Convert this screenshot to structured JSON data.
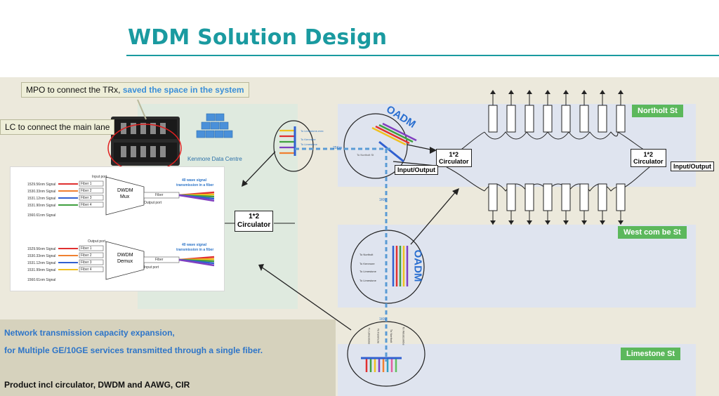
{
  "title": "WDM Solution Design",
  "callouts": {
    "mpo_prefix": "MPO to connect the TRx,",
    "mpo_highlight": "saved the space in the system",
    "lc": "LC to connect the main lane"
  },
  "datacentre_label": "Kenmore Data Centre",
  "left_diagram": {
    "mux_signals": [
      "1529.56nm Signal",
      "1530.33nm Signal",
      "1531.12nm Signal",
      "1531.90nm Signal",
      "1560.61nm Signal"
    ],
    "demux_signals": [
      "1529.56nm Signal",
      "1530.33nm Signal",
      "1531.12nm Signal",
      "1531.99nm Signal",
      "1560.61nm Signal"
    ],
    "fiber_labels": [
      "Fiber 1",
      "Fiber 2",
      "Fiber 3",
      "Fiber 4"
    ],
    "input_port": "Input port",
    "output_port": "Output port",
    "mux_label_1": "DWDM",
    "mux_label_2": "Mux",
    "demux_label_1": "DWDM",
    "demux_label_2": "Demux",
    "wave_text_1": "40 wave signal",
    "wave_text_2": "transmission in a fiber",
    "fiber": "Fiber"
  },
  "circulator": {
    "line1": "1*2",
    "line2": "Circulator"
  },
  "io_label": "Input/Output",
  "oadm_label": "OADM",
  "distance_labels": {
    "a": "25Km",
    "b": "1KM",
    "c": "1KM"
  },
  "oadm_ports": {
    "top": [
      "To Limestone-mex",
      "To Kenmore",
      "To Limestone",
      "To Northolt St"
    ],
    "mid": [
      "To Northolt",
      "To Kenmore",
      "To Limestone",
      "To Limestone"
    ],
    "bot": [
      "To Limestone",
      "To Kenmore",
      "To Northolt",
      "To Westcombe"
    ]
  },
  "sites": {
    "northolt": "Northolt St",
    "westcombe": "West com be St",
    "limestone": "Limestone St"
  },
  "description": {
    "line1": "Network transmission capacity expansion,",
    "line2": "for Multiple GE/10GE services transmitted through a single fiber."
  },
  "product_line": "Product incl circulator, DWDM and AAWG, CIR",
  "colors": {
    "teal": "#1a9aa0",
    "blue": "#2e75c8",
    "green": "#5cb85c",
    "dash": "#5a9bd5"
  }
}
